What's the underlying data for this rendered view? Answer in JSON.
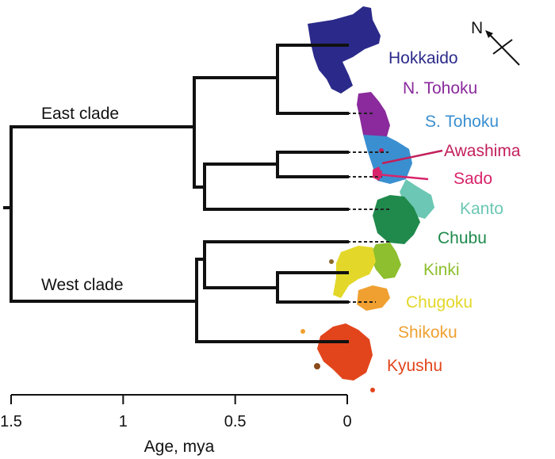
{
  "clades": {
    "east": "East clade",
    "west": "West clade"
  },
  "axis": {
    "title": "Age, mya",
    "ticks": [
      {
        "value": 1.5,
        "label": "1.5"
      },
      {
        "value": 1.0,
        "label": "1"
      },
      {
        "value": 0.5,
        "label": "0.5"
      },
      {
        "value": 0.0,
        "label": "0"
      }
    ]
  },
  "compass": {
    "label": "N"
  },
  "regions": [
    {
      "key": "hokkaido",
      "label": "Hokkaido",
      "color": "#2b2a8a"
    },
    {
      "key": "ntohoku",
      "label": "N. Tohoku",
      "color": "#8a2a9c"
    },
    {
      "key": "stohoku",
      "label": "S. Tohoku",
      "color": "#3a8fd0"
    },
    {
      "key": "awashima",
      "label": "Awashima",
      "color": "#c21f5b"
    },
    {
      "key": "sado",
      "label": "Sado",
      "color": "#d8246a"
    },
    {
      "key": "kanto",
      "label": "Kanto",
      "color": "#6cc7b4"
    },
    {
      "key": "chubu",
      "label": "Chubu",
      "color": "#1f8a4c"
    },
    {
      "key": "kinki",
      "label": "Kinki",
      "color": "#8dbf2e"
    },
    {
      "key": "chugoku",
      "label": "Chugoku",
      "color": "#e3d829"
    },
    {
      "key": "shikoku",
      "label": "Shikoku",
      "color": "#f0a030"
    },
    {
      "key": "kyushu",
      "label": "Kyushu",
      "color": "#e2451c"
    }
  ]
}
